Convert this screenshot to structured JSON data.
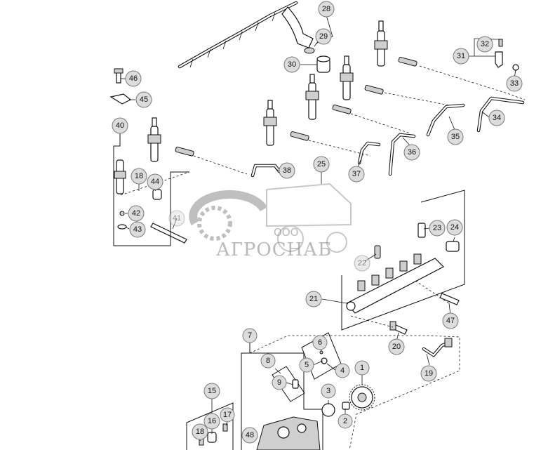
{
  "watermark": {
    "company_form": "ООО",
    "brand": "АГРОСНАБ"
  },
  "callouts": {
    "c1": "1",
    "c2": "2",
    "c3": "3",
    "c4": "4",
    "c5": "5",
    "c6": "6",
    "c7": "7",
    "c8": "8",
    "c9": "9",
    "c15": "15",
    "c16": "16",
    "c17": "17",
    "c18a": "18",
    "c18b": "18",
    "c19": "19",
    "c20": "20",
    "c21": "21",
    "c22": "22",
    "c23": "23",
    "c24": "24",
    "c25": "25",
    "c28": "28",
    "c29": "29",
    "c30": "30",
    "c31": "31",
    "c32": "32",
    "c33": "33",
    "c34": "34",
    "c35": "35",
    "c36": "36",
    "c37": "37",
    "c38": "38",
    "c40": "40",
    "c41": "41",
    "c42": "42",
    "c43": "43",
    "c44": "44",
    "c45": "45",
    "c46": "46",
    "c47": "47",
    "c48": "48"
  }
}
